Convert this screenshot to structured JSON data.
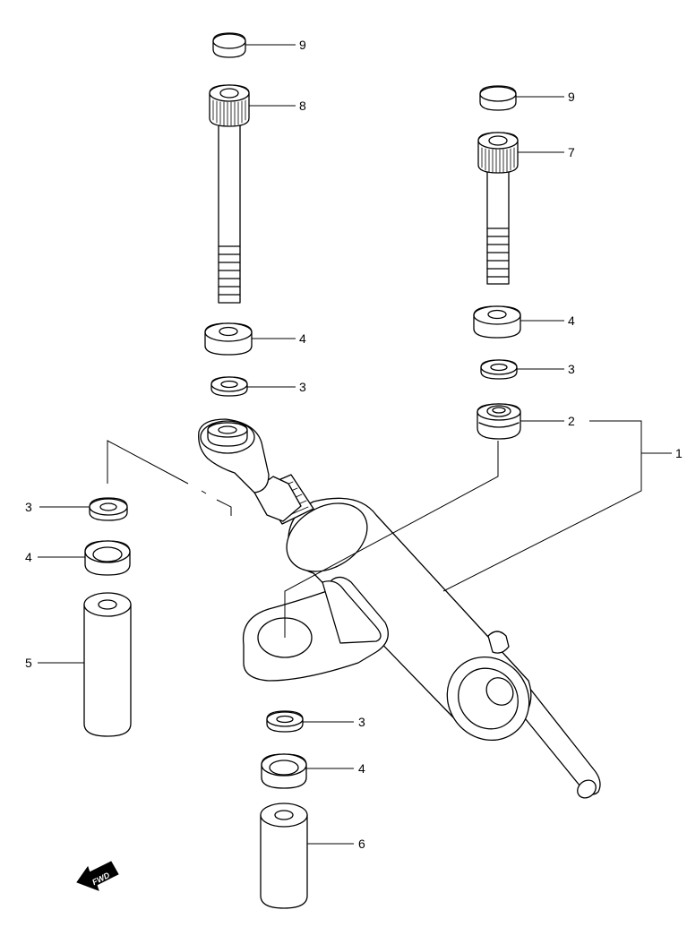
{
  "diagram": {
    "labels": {
      "l1": "1",
      "l2": "2",
      "l3a": "3",
      "l3b": "3",
      "l3c": "3",
      "l3d": "3",
      "l4a": "4",
      "l4b": "4",
      "l4c": "4",
      "l4d": "4",
      "l5": "5",
      "l6": "6",
      "l7": "7",
      "l8": "8",
      "l9a": "9",
      "l9b": "9"
    },
    "fwd_label": "FWD"
  }
}
